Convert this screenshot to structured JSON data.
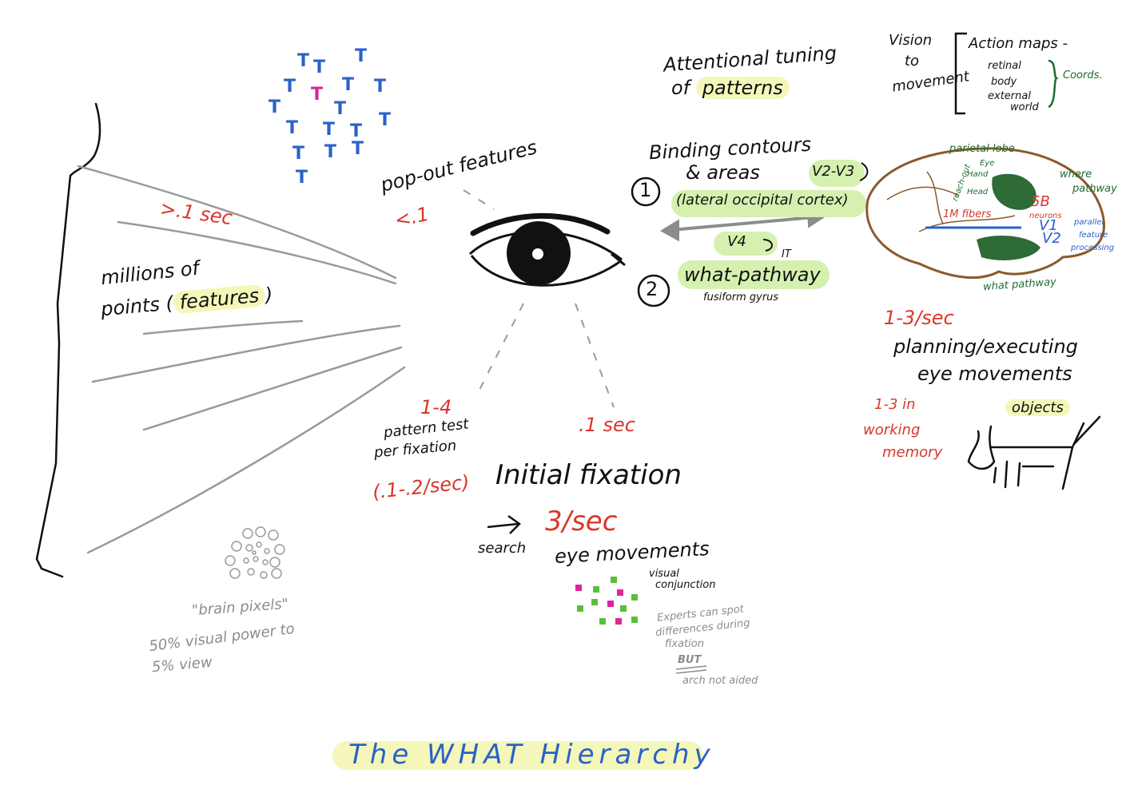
{
  "title": "The WHAT Hierarchy",
  "left": {
    "time_gt": ">.1 sec",
    "points_line1": "millions of",
    "points_line2_pre": "points (",
    "points_highlight": "features",
    "points_line2_post": ")"
  },
  "popout": {
    "label": "pop-out features",
    "time": "<.1"
  },
  "t_letter": "T",
  "brain_pixels": {
    "label": "\"brain pixels\"",
    "line1": "50% visual power to",
    "line2": "5% view"
  },
  "fixation": {
    "count_line1": "1-4",
    "count_line2": "pattern test",
    "count_line3": "per fixation",
    "count_rate": "(.1-.2/sec)",
    "time": ".1 sec",
    "initial": "Initial fixation",
    "search": "search",
    "rate": "3/sec",
    "eye_movements": "eye movements",
    "visual": "visual",
    "conjunction": "conjunction",
    "experts1": "Experts can spot",
    "experts2": "differences during",
    "experts3": "fixation",
    "but": "BUT",
    "arch": "arch not aided"
  },
  "attention": {
    "line1": "Attentional tuning",
    "line2_pre": "of",
    "line2_highlight": "patterns"
  },
  "binding": {
    "num1": "1",
    "line1": "Binding contours",
    "line2": "& areas",
    "v2v3": "V2-V3",
    "loc": "(lateral occipital cortex)",
    "num2": "2",
    "v4": "V4",
    "it": "IT",
    "what_pathway": "what-pathway",
    "fusiform": "fusiform gyrus"
  },
  "vision": {
    "line1": "Vision",
    "line2": "to",
    "line3": "movement",
    "action": "Action maps -",
    "retinal": "retinal",
    "body": "body",
    "external": "external",
    "world": "world",
    "coords": "Coords."
  },
  "brain": {
    "parietal": "parietal lobe",
    "eye": "Eye",
    "hand": "Hand",
    "head": "Head",
    "reach": "reach-out",
    "where": "where",
    "pathway": "pathway",
    "fibers": "1M fibers",
    "five_b": "5B",
    "neurons": "neurons",
    "v1": "V1",
    "v2": "V2",
    "parallel": "parallel",
    "feature": "feature",
    "processing": "processing",
    "what_pathway": "what pathway"
  },
  "planning": {
    "rate": "1-3/sec",
    "line1": "planning/executing",
    "line2": "eye movements",
    "wm1": "1-3 in",
    "wm2": "working",
    "wm3": "memory",
    "objects": "objects"
  },
  "colors": {
    "ink": "#111111",
    "red": "#d9362b",
    "green": "#1f6b2e",
    "blue": "#2a62c9",
    "pink": "#e0249a",
    "grey": "#8c8c8c",
    "highlight": "#f4f7b9",
    "highlight_green": "#d6f0b0",
    "brain_outline": "#8a5a2b"
  }
}
